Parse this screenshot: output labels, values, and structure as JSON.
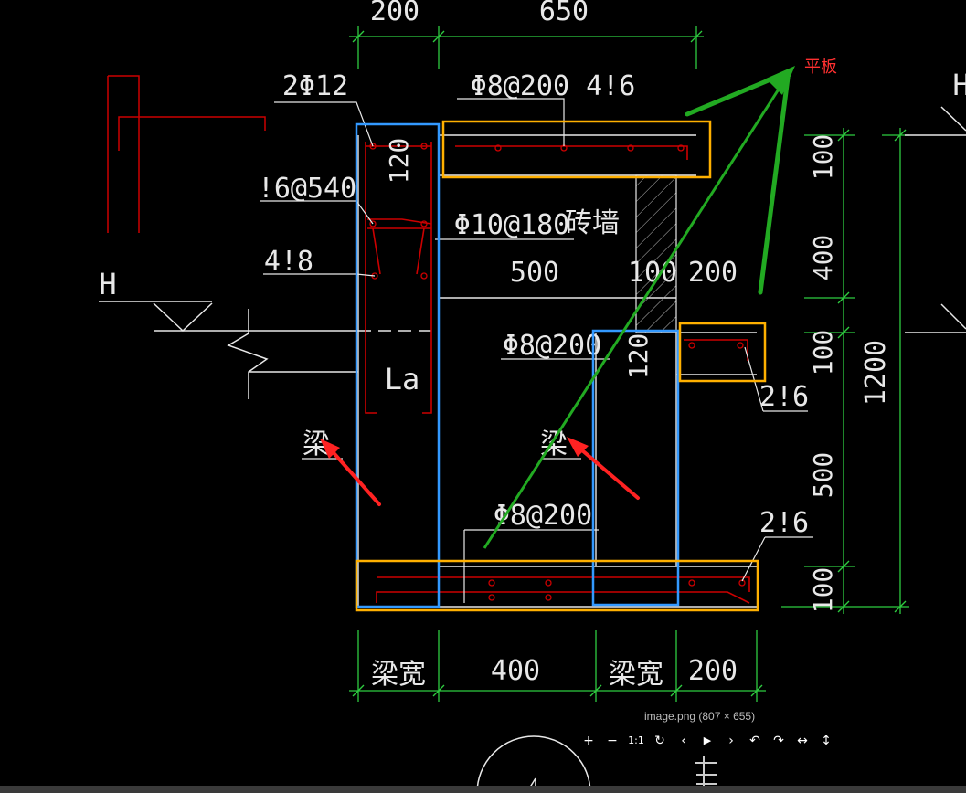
{
  "annotation_label": "平板",
  "dimensions_top": [
    "200",
    "650"
  ],
  "dimensions_bottom": [
    "梁宽",
    "400",
    "梁宽",
    "200"
  ],
  "dimensions_right": [
    "100",
    "400",
    "100",
    "500",
    "100"
  ],
  "dimension_total": "1200",
  "rebar_labels": {
    "top_bars": "2Φ12",
    "slab_top": "Φ8@200 4!6",
    "stirrup": "!6@540",
    "side_bars": "4!8",
    "wall_tie": "Φ10@180",
    "mid_slab": "Φ8@200",
    "small_slab_bars": "2!6",
    "bottom_slab": "Φ8@200",
    "bottom_bars": "2!6"
  },
  "texts": {
    "brick_wall": "砖墙",
    "beam_left": "梁",
    "beam_right": "梁",
    "level_mark_left": "H",
    "level_mark_right": "H",
    "anchorage": "La",
    "thickness_left": "120",
    "thickness_mid": "120",
    "wall_thk": "100",
    "span_500": "500",
    "span_200": "200"
  },
  "viewer": {
    "caption": "image.png (807 × 655)",
    "toolbar": [
      "+",
      "−",
      "1:1",
      "↻",
      "‹",
      "▶",
      "›",
      "↶",
      "↷",
      "↔",
      "↕"
    ]
  },
  "colors": {
    "dimension": "#2ecc40",
    "rebar": "#cc0000",
    "highlight_blue": "#3399ff",
    "highlight_orange": "#ffb000",
    "arrow_green": "#22aa22",
    "arrow_red": "#ff2222",
    "line_white": "#e8e8e8"
  }
}
